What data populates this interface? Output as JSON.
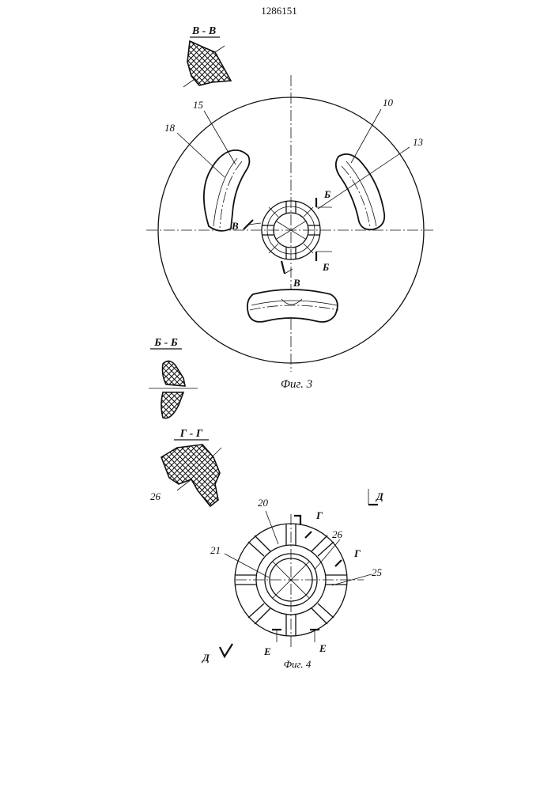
{
  "document": {
    "patent_number": "1286151"
  },
  "sections": {
    "v_v": "В - В",
    "b_b": "Б - Б",
    "g_g": "Г - Г"
  },
  "figure3": {
    "caption": "Фиг. 3",
    "labels": {
      "l15": "15",
      "l18": "18",
      "l10": "10",
      "l13": "13",
      "cut_b_top": "Б",
      "cut_b_bottom": "Б",
      "cut_v_left": "В",
      "cut_v_bottom": "В"
    }
  },
  "section_g": {
    "l26": "26"
  },
  "figure4": {
    "caption": "Фиг. 4",
    "labels": {
      "l20": "20",
      "l21": "21",
      "l26": "26",
      "l25": "25",
      "cut_g_1": "Г",
      "cut_g_2": "Г",
      "cut_d_top": "Д",
      "cut_d_bottom": "Д",
      "cut_e_left": "Е",
      "cut_e_right": "Е"
    }
  }
}
